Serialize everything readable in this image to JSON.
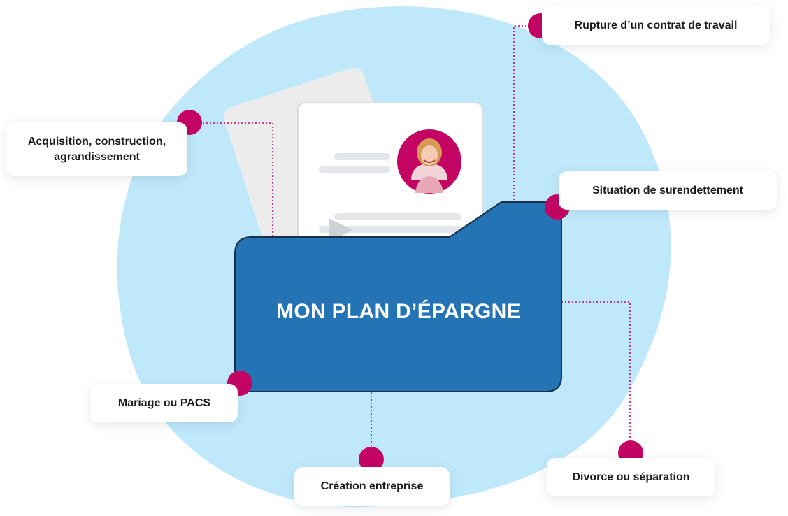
{
  "title": "MON PLAN D’ÉPARGNE",
  "labels": {
    "rupture": "Rupture d’un contrat de travail",
    "acquisition_line1": "Acquisition, construction,",
    "acquisition_line2": "agrandissement",
    "surendettement": "Situation de surendettement",
    "mariage": "Mariage ou PACS",
    "creation": "Création entreprise",
    "divorce": "Divorce ou séparation"
  },
  "colors": {
    "blob": "#bfe8fb",
    "folder": "#2373b5",
    "folder_border": "#1a2f48",
    "dot": "#c40463",
    "connector": "#c40463"
  }
}
